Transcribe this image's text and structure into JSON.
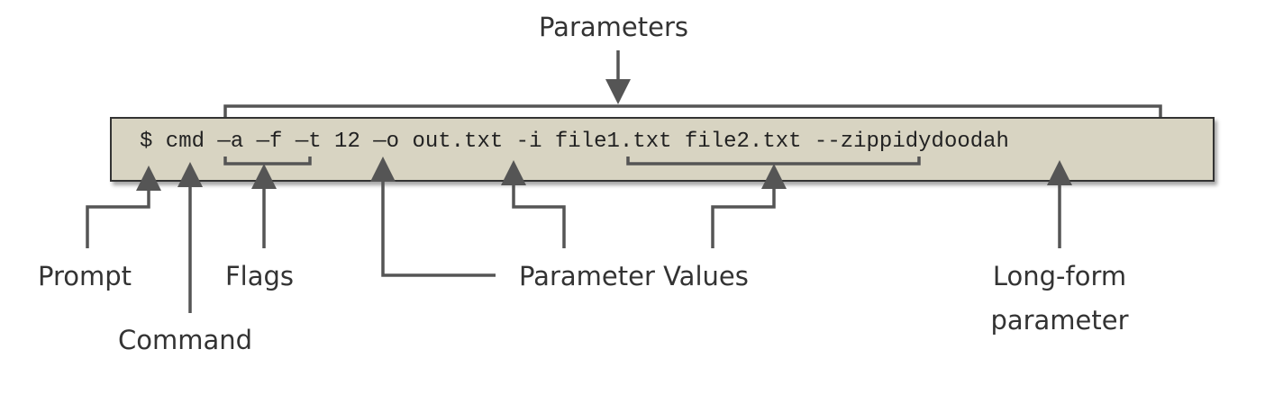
{
  "command_line": "$ cmd —a —f —t 12 —o out.txt -i file1.txt file2.txt --zippidydoodah",
  "labels": {
    "parameters": "Parameters",
    "prompt": "Prompt",
    "command": "Command",
    "flags": "Flags",
    "parameter_values": "Parameter Values",
    "long_form_line1": "Long-form",
    "long_form_line2": "parameter"
  },
  "colors": {
    "terminal_background": "#d8d4c2",
    "line": "#555555",
    "text": "#333333"
  }
}
